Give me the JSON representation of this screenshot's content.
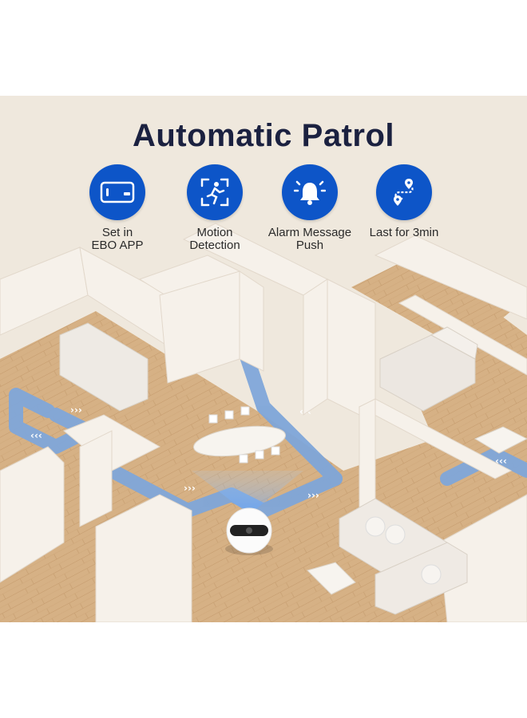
{
  "title": "Automatic Patrol",
  "features": [
    {
      "icon": "phone-app-icon",
      "label": "Set in\nEBO APP"
    },
    {
      "icon": "motion-detection-icon",
      "label": "Motion\nDetection"
    },
    {
      "icon": "alarm-bell-icon",
      "label": "Alarm Message\nPush"
    },
    {
      "icon": "route-pin-icon",
      "label": "Last for 3min"
    }
  ],
  "colors": {
    "accent": "#0d55c8",
    "title": "#1b2140",
    "floor": "#d8b48a",
    "wall": "#f6f1ea",
    "path": "#7fa6d9"
  }
}
